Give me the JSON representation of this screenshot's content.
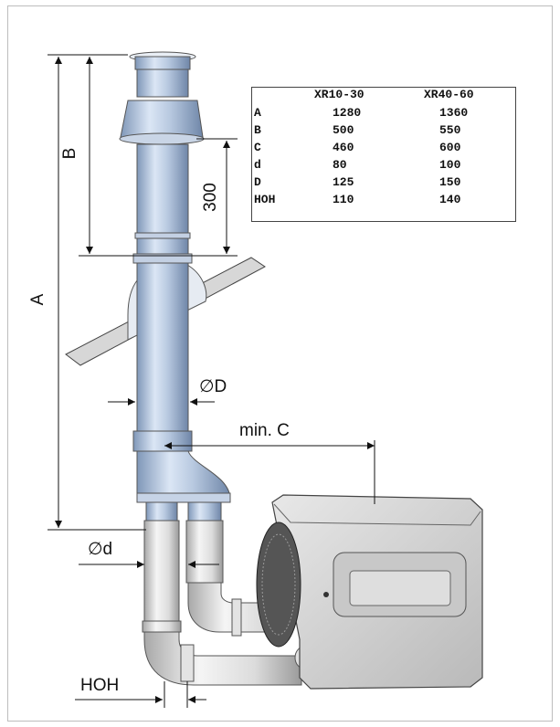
{
  "dimension_labels": {
    "a": "A",
    "b": "B",
    "d300": "300",
    "dia_big": "∅D",
    "min_c": "min. C",
    "dia_small": "∅d",
    "hoh": "HOH"
  },
  "table": {
    "headers": [
      "XR10-30",
      "XR40-60"
    ],
    "rows": [
      {
        "label": "A",
        "v1": "1280",
        "v2": "1360"
      },
      {
        "label": "B",
        "v1": "500",
        "v2": "550"
      },
      {
        "label": "C",
        "v1": "460",
        "v2": "600"
      },
      {
        "label": "d",
        "v1": "80",
        "v2": "100"
      },
      {
        "label": "D",
        "v1": "125",
        "v2": "150"
      },
      {
        "label": "HOH",
        "v1": "110",
        "v2": "140"
      }
    ]
  }
}
